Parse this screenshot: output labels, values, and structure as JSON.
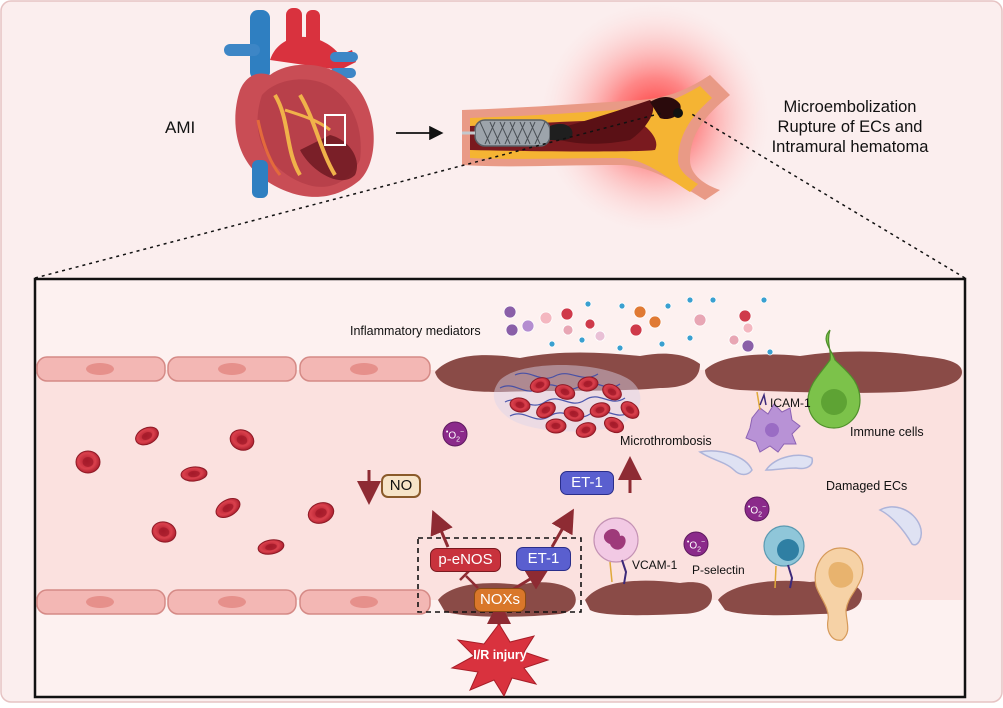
{
  "top": {
    "ami_label": "AMI",
    "consequence_line1": "Microembolization",
    "consequence_line2": "Rupture of ECs and",
    "consequence_line3": "Intramural hematoma"
  },
  "panel": {
    "inflammatory_mediators": "Inflammatory mediators",
    "microthrombosis": "Microthrombosis",
    "icam": "ICAM-1",
    "immune_cells": "Immune cells",
    "damaged_ecs": "Damaged ECs",
    "vcam": "VCAM-1",
    "p_selectin": "P-selectin",
    "superoxide": "O2",
    "superoxide_sup": "2−",
    "superoxide_dot": "•",
    "superoxide_sub": "2",
    "superoxide_sup_small": "−",
    "no_label": "NO",
    "et1_top": "ET-1",
    "peNOS": "p-eNOS",
    "et1_box": "ET-1",
    "noxs": "NOXs",
    "ir_injury": "I/R injury"
  },
  "colors": {
    "background": "#fbeeee",
    "panel_bg": "#fdf1f0",
    "endothelium": "#f3b7b4",
    "damaged_tissue": "#8a4b47",
    "rbc": "#c8283a",
    "dark_red": "#8e2b33",
    "no_fill": "#f7e4c8",
    "et1_fill": "#5a5fcf",
    "peNOS_fill": "#c8323c",
    "noxs_fill": "#d9772a",
    "burst": "#d9323e",
    "purple": "#8b2a8a",
    "immune_green": "#7cc24a",
    "macrophage": "#b892d6"
  }
}
